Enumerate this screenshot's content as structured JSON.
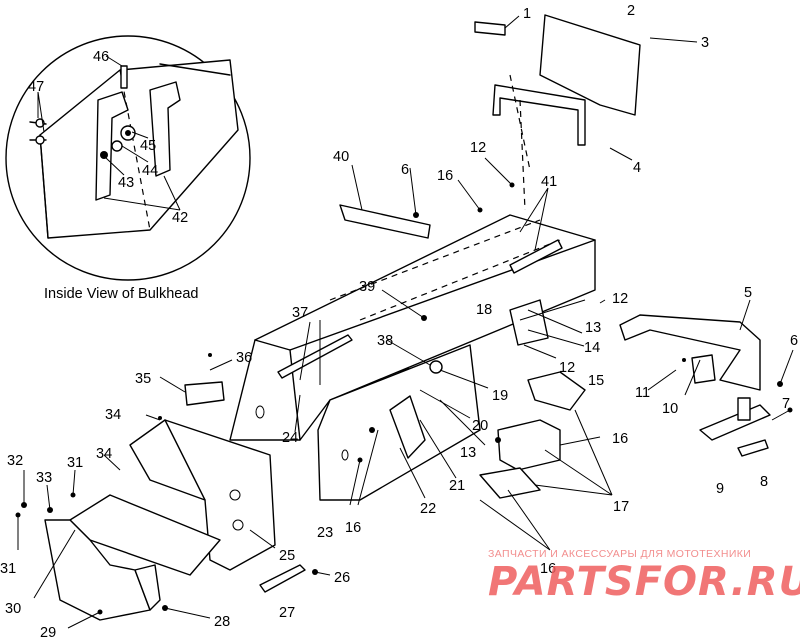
{
  "diagram": {
    "caption": "Inside View of Bulkhead",
    "callouts": {
      "c1": "1",
      "c2": "2",
      "c3": "3",
      "c4": "4",
      "c5": "5",
      "c6a": "6",
      "c6b": "6",
      "c7": "7",
      "c8": "8",
      "c9": "9",
      "c10": "10",
      "c11": "11",
      "c12a": "12",
      "c12b": "12",
      "c12c": "12",
      "c13a": "13",
      "c13b": "13",
      "c14": "14",
      "c15": "15",
      "c16a": "16",
      "c16b": "16",
      "c16c": "16",
      "c16d": "16",
      "c17": "17",
      "c18": "18",
      "c19": "19",
      "c20": "20",
      "c21": "21",
      "c22": "22",
      "c23": "23",
      "c24": "24",
      "c25": "25",
      "c26": "26",
      "c27": "27",
      "c28": "28",
      "c29": "29",
      "c30": "30",
      "c31a": "31",
      "c31b": "31",
      "c32": "32",
      "c33": "33",
      "c34a": "34",
      "c34b": "34",
      "c35": "35",
      "c36": "36",
      "c37": "37",
      "c38": "38",
      "c39": "39",
      "c40": "40",
      "c41": "41",
      "c42": "42",
      "c43": "43",
      "c44": "44",
      "c45": "45",
      "c46": "46",
      "c47": "47"
    }
  },
  "watermark": {
    "tagline": "ЗАПЧАСТИ И АКСЕССУАРЫ ДЛЯ МОТОТЕХНИКИ",
    "brand": "PARTSFOR.RU",
    "color": "#ef5f5f"
  }
}
